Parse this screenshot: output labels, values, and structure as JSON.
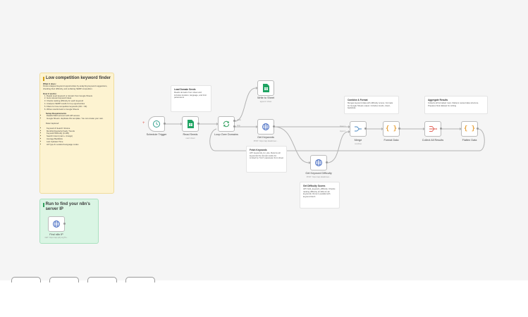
{
  "colors": {
    "canvas": "#f5f5f5",
    "wire": "#b3b3b3",
    "sticky_yellow": "#fdf3d1",
    "sticky_green": "#daf5e4",
    "sheets_green": "#1fa463",
    "http_blue": "#4a6fc4",
    "code_orange": "#e8a33d"
  },
  "sticky_main": {
    "title": "Low competition keyword finder",
    "what_label": "What it does:",
    "what_text": "Finds untapped keyword opportunities by analyzing keyword suggestions, checking their difficulty, and surfacing SERP competition.",
    "how_label": "How it works:",
    "steps": [
      "Reads seed keyword or domain from Google Sheets",
      "Gets relevant keyword ideas",
      "Checks ranking difficulty for each keyword",
      "Analyzes SERP results for top opportunities",
      "Filters for low-competition keywords (KD < 30)",
      "Writes results back to Google Sheets"
    ],
    "setup_label": "Setup Requirements",
    "setup": [
      "DataForSEO account with API access",
      "Google Sheets: duplicate this template. You can create your own."
    ],
    "captured_label": "Data Captured:",
    "captured": [
      "Keyword & Search Volume",
      "Monthly/Quarterly/Yearly Trends",
      "Keyword Difficulty (0-100)",
      "Search Intent (main + foreign)",
      "Average Backlinks",
      "Last Updated Time",
      "All Type & Location/Language codes"
    ]
  },
  "sticky_ip": {
    "title": "Run to find your n8n's server IP"
  },
  "nodes": {
    "schedule": {
      "label": "Schedule Trigger",
      "icon": "clock-icon"
    },
    "read_seeds": {
      "label": "Read Seeds",
      "sub": "read: sheet",
      "icon": "google-sheets-icon"
    },
    "loop": {
      "label": "Loop Over Domains",
      "icon": "loop-arrows-icon"
    },
    "write_sheet": {
      "label": "Write to Sheet",
      "sub": "append: sheet",
      "icon": "google-sheets-icon"
    },
    "get_keywords": {
      "label": "Get Keywords",
      "sub": "POST: https://api.dataforseo...",
      "icon": "globe-icon"
    },
    "get_difficulty": {
      "label": "Get Keyword Difficulty",
      "sub": "POST: https://api.dataforseo...",
      "icon": "globe-icon"
    },
    "merge": {
      "label": "Merge",
      "sub": "combine",
      "icon": "merge-icon"
    },
    "format_data": {
      "label": "Format Data",
      "icon": "curly-braces-icon"
    },
    "collect": {
      "label": "Collect All Results",
      "icon": "aggregate-icon"
    },
    "flatten": {
      "label": "Flatten Data",
      "icon": "curly-braces-icon"
    },
    "find_ip": {
      "label": "Find n8n IP",
      "sub": "GET: https://api.ipify.org?fo...",
      "icon": "globe-icon"
    }
  },
  "edge_labels": {
    "done": "done",
    "loop": "loop",
    "input1": "Input 1",
    "input2": "Input 2"
  },
  "notes": {
    "load_seeds": {
      "title": "Load Domain Seeds",
      "text": "Reads domains from sheet and includes location, language, and limit parameters"
    },
    "fetch_keywords": {
      "title": "Fetch Keywords",
      "text": "API: keywords_for_site. Returns all keywords the domain ranks for. Limited by \"limit\" parameter from sheet"
    },
    "difficulty": {
      "title": "Get Difficulty Scores",
      "text": "API: bulk_keyword_difficulty. Checks ranking difficulty (0-100) for all keywords. Runs in parallel with keyword fetch"
    },
    "combine": {
      "title": "Combine & Format",
      "text": "Merges keyword data with difficulty scores. Formats for Google Sheets output. Includes trends, intent, backlinks"
    },
    "aggregate": {
      "title": "Aggregate Results",
      "text": "Collects all formatted rows. Flattens nested data structure. Prepares final dataset for writing"
    }
  }
}
